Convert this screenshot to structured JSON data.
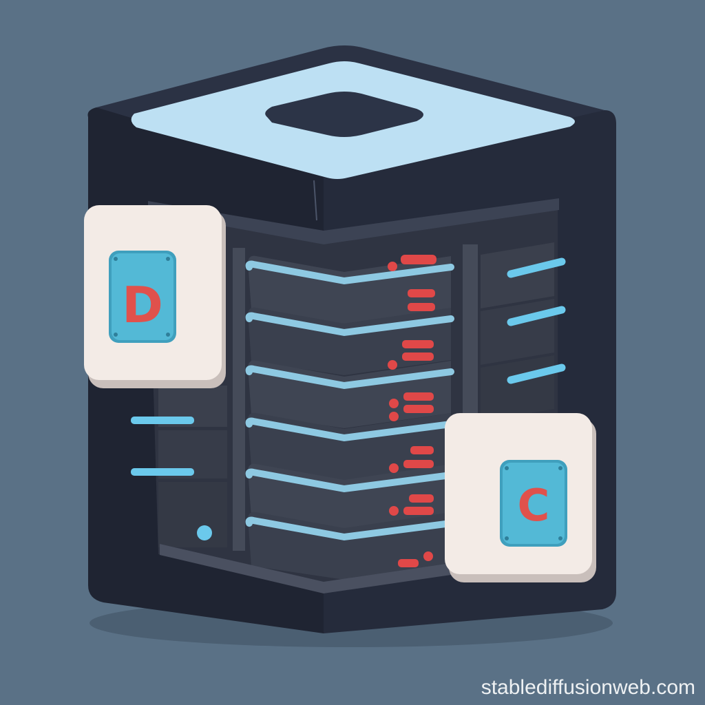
{
  "illustration": {
    "tile_left_letter": "D",
    "tile_right_letter": "C"
  },
  "watermark": {
    "text": "stablediffusionweb.com"
  },
  "colors": {
    "background": "#5a7186",
    "body_dark": "#242a39",
    "top_light": "#bde0f3",
    "rack_gray": "#3c4250",
    "led_blue": "#6bc9ec",
    "led_red": "#e04848",
    "tile_cream": "#f3ebe6",
    "tile_blue": "#53b9d6",
    "letter_red": "#e0514c"
  },
  "icons": [
    "server-rack-icon",
    "database-letter-d-icon",
    "database-letter-c-icon"
  ]
}
